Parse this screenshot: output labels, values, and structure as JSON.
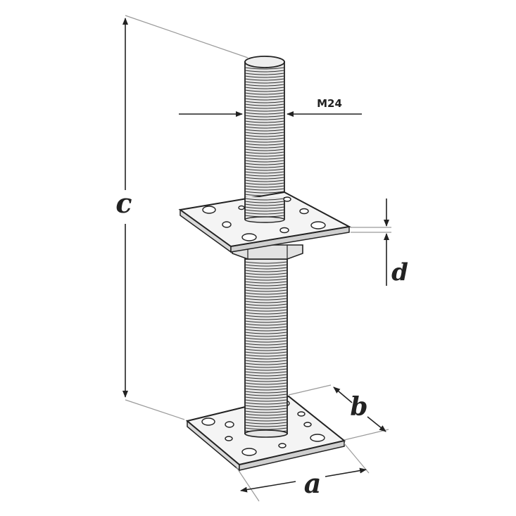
{
  "labels": {
    "thread": "M24",
    "c": "c",
    "d": "d",
    "b": "b",
    "a": "a"
  },
  "colors": {
    "ink": "#222222",
    "plate_fill": "#f4f4f4",
    "rod_fill": "#e6e6e6",
    "leader": "#9a9a9a"
  }
}
